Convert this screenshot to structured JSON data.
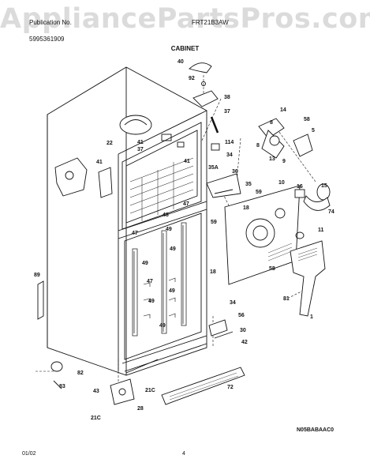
{
  "watermark": "AppliancePartsPros.com",
  "header": {
    "publication_label": "Publication No.",
    "publication_no": "5995361909",
    "model": "FRT21B3AW",
    "section_title": "CABINET"
  },
  "footer": {
    "date": "01/02",
    "page": "4",
    "diagram_code": "N05BABAAC0"
  },
  "part_labels": [
    "40",
    "92",
    "38",
    "37",
    "41",
    "41",
    "22",
    "37",
    "41",
    "114",
    "14",
    "58",
    "5",
    "8",
    "8",
    "13",
    "9",
    "35A",
    "34",
    "36",
    "35",
    "59",
    "10",
    "16",
    "15",
    "74",
    "59",
    "18",
    "11",
    "48",
    "47",
    "47",
    "49",
    "49",
    "49",
    "47",
    "49",
    "49",
    "49",
    "58",
    "81",
    "1",
    "18",
    "89",
    "34",
    "56",
    "30",
    "42",
    "82",
    "83",
    "21C",
    "72",
    "43",
    "28",
    "21C"
  ]
}
